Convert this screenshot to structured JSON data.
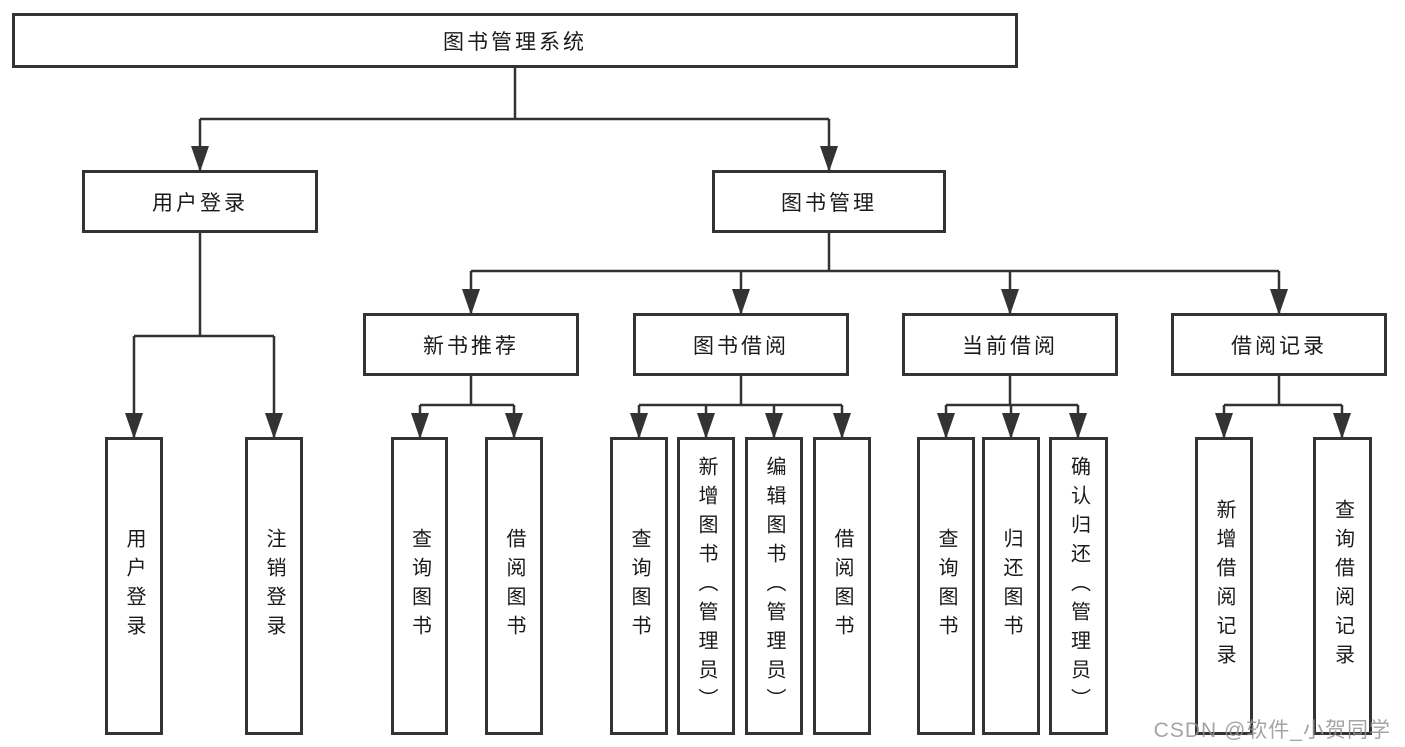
{
  "diagram": {
    "title": "图书管理系统",
    "branches": [
      {
        "label": "用户登录",
        "children": [
          "用户登录",
          "注销登录"
        ]
      },
      {
        "label": "图书管理",
        "children": [
          {
            "label": "新书推荐",
            "children": [
              "查询图书",
              "借阅图书"
            ]
          },
          {
            "label": "图书借阅",
            "children": [
              "查询图书",
              "新增图书（管理员）",
              "编辑图书（管理员）",
              "借阅图书"
            ]
          },
          {
            "label": "当前借阅",
            "children": [
              "查询图书",
              "归还图书",
              "确认归还（管理员）"
            ]
          },
          {
            "label": "借阅记录",
            "children": [
              "新增借阅记录",
              "查询借阅记录"
            ]
          }
        ]
      }
    ]
  },
  "colors": {
    "line": "#333333",
    "text": "#1a1a1a",
    "watermark": "#949494"
  },
  "watermark": {
    "text": "CSDN @软件_小贺同学"
  }
}
